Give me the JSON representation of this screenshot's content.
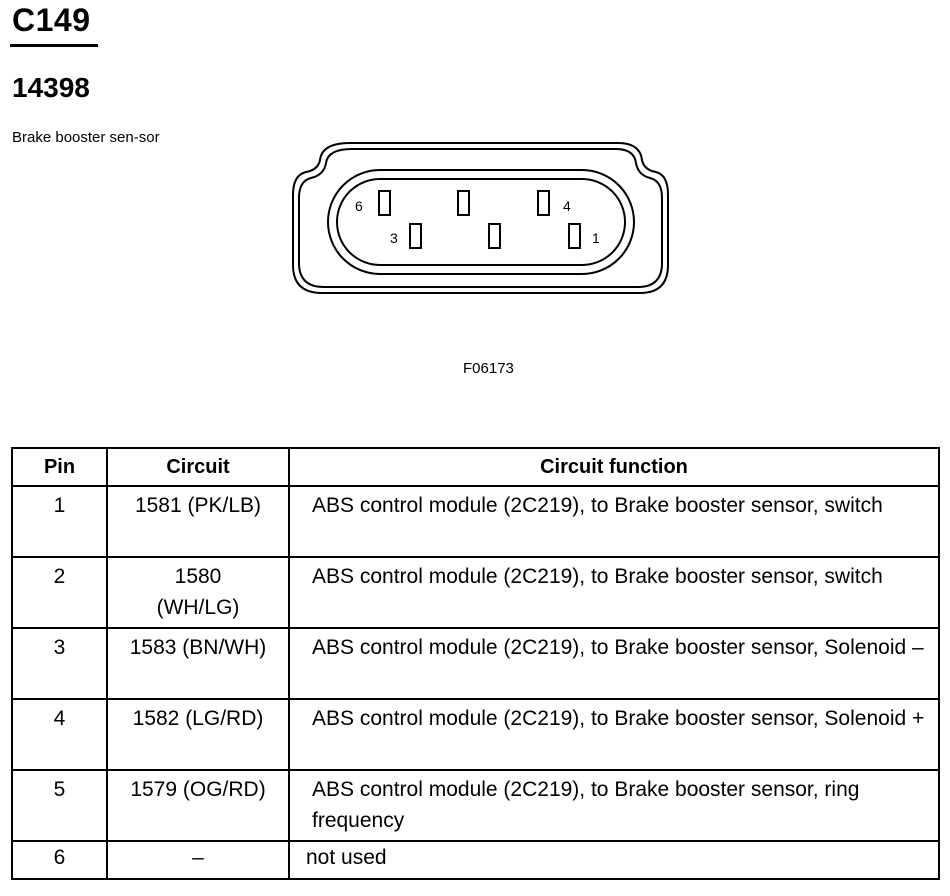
{
  "header": {
    "connector_id": "C149",
    "part_number": "14398",
    "description": "Brake booster sen-sor"
  },
  "connector_drawing": {
    "pin_labels": [
      "6",
      "4",
      "3",
      "1"
    ],
    "figure_code": "F06173"
  },
  "table": {
    "columns": [
      "Pin",
      "Circuit",
      "Circuit function"
    ],
    "rows": [
      {
        "pin": "1",
        "circuit": "1581 (PK/LB)",
        "function": "ABS control module (2C219), to Brake booster sensor, switch"
      },
      {
        "pin": "2",
        "circuit": "1580 (WH/LG)",
        "function": "ABS control module (2C219), to Brake booster sensor, switch"
      },
      {
        "pin": "3",
        "circuit": "1583 (BN/WH)",
        "function": "ABS control module (2C219), to Brake booster sensor, Solenoid –"
      },
      {
        "pin": "4",
        "circuit": "1582 (LG/RD)",
        "function": "ABS control module (2C219), to Brake booster sensor, Solenoid +"
      },
      {
        "pin": "5",
        "circuit": "1579 (OG/RD)",
        "function": "ABS control module (2C219), to Brake booster sensor, ring frequency"
      },
      {
        "pin": "6",
        "circuit": "–",
        "function": "not used"
      }
    ]
  }
}
